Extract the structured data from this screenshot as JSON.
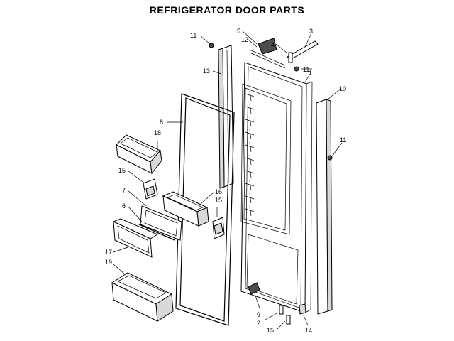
{
  "title": "REFRIGERATOR DOOR PARTS",
  "callouts": {
    "c1": "1",
    "c2": "2",
    "c3": "3",
    "c4": "4",
    "c5": "5",
    "c6": "6",
    "c7": "7",
    "c8": "8",
    "c9": "9",
    "c10": "10",
    "c11a": "11",
    "c11b": "11",
    "c11c": "11",
    "c12": "12",
    "c13": "13",
    "c14": "14",
    "c15a": "15",
    "c15b": "15",
    "c15c": "15",
    "c16": "16",
    "c17": "17",
    "c18": "18",
    "c19": "19"
  }
}
